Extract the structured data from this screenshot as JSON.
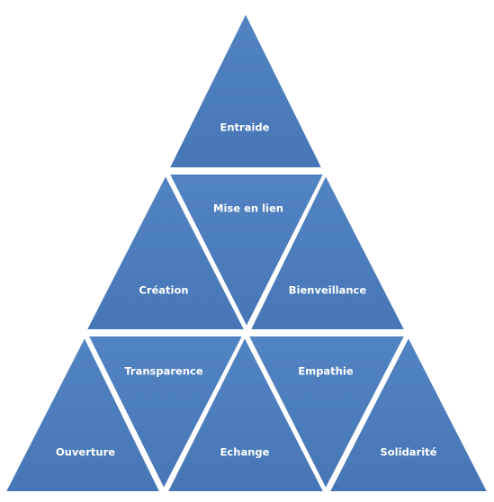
{
  "colors": {
    "fill": "#4e7ebd",
    "fill_dark": "#416ea8",
    "stroke": "#ffffff",
    "text": "#ffffff"
  },
  "labels": {
    "entraide": "Entraide",
    "mise_en_lien": "Mise en lien",
    "creation": "Création",
    "bienveillance": "Bienveillance",
    "transparence": "Transparence",
    "empathie": "Empathie",
    "ouverture": "Ouverture",
    "echange": "Echange",
    "solidarite": "Solidarité"
  }
}
